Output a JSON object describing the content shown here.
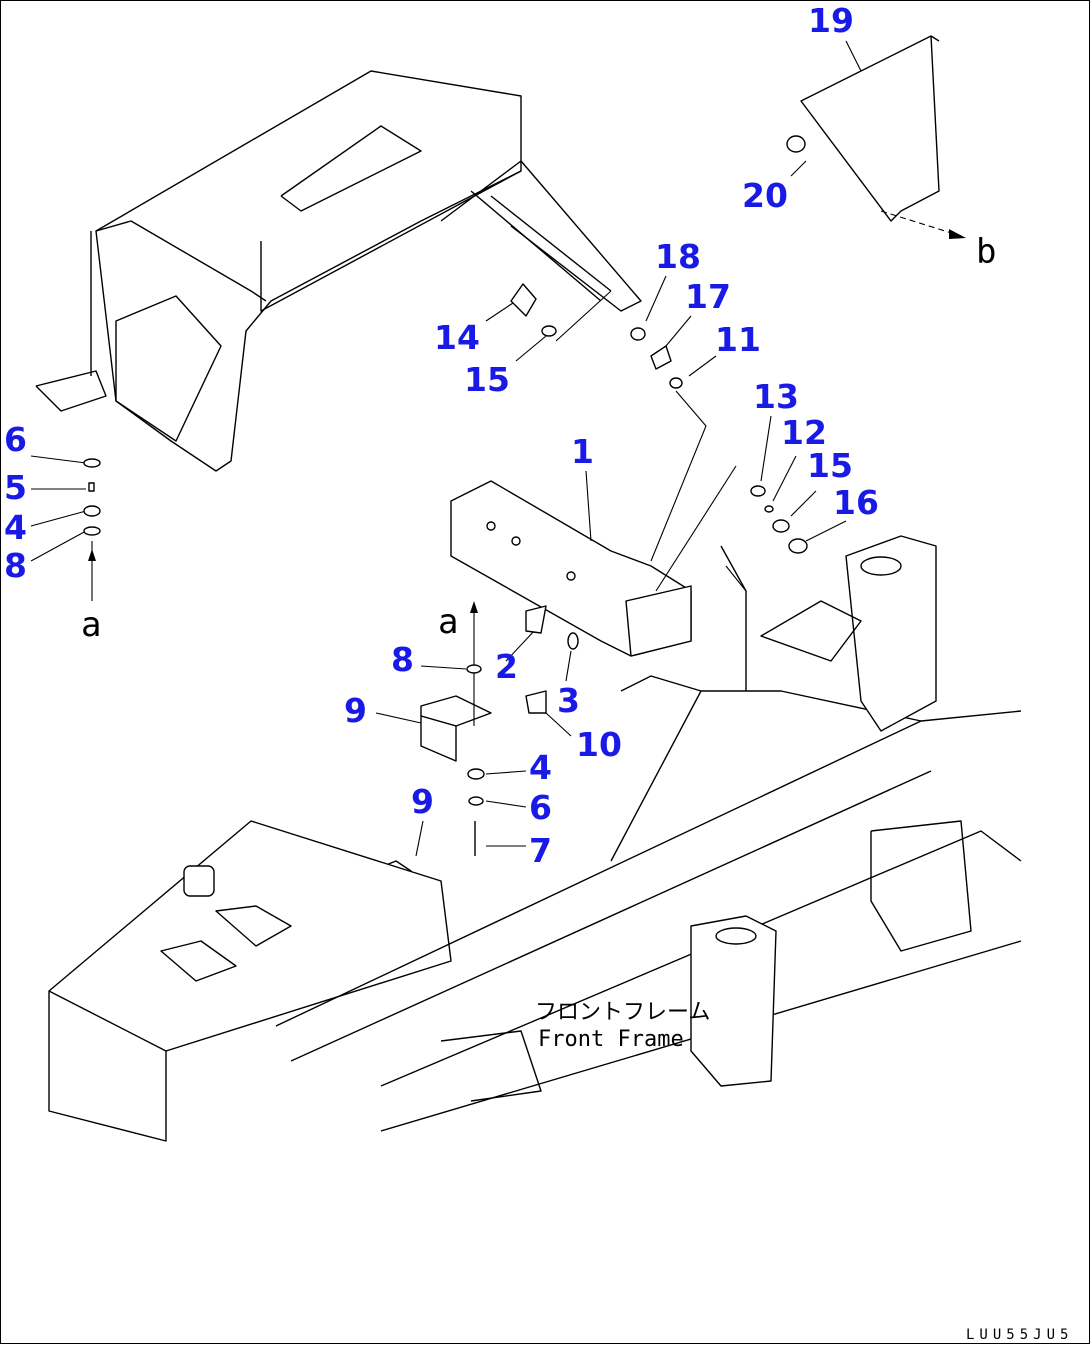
{
  "callouts": [
    "1",
    "2",
    "3",
    "4",
    "5",
    "6",
    "7",
    "8",
    "9",
    "10",
    "11",
    "12",
    "13",
    "14",
    "15",
    "16",
    "17",
    "18",
    "19",
    "20"
  ],
  "refs": {
    "a": "a",
    "b": "b"
  },
  "frame_label": {
    "jp": "フロントフレーム",
    "en": "Front Frame"
  },
  "drawing_code": "LUU55JU5",
  "label_color": "#1a1ae6"
}
